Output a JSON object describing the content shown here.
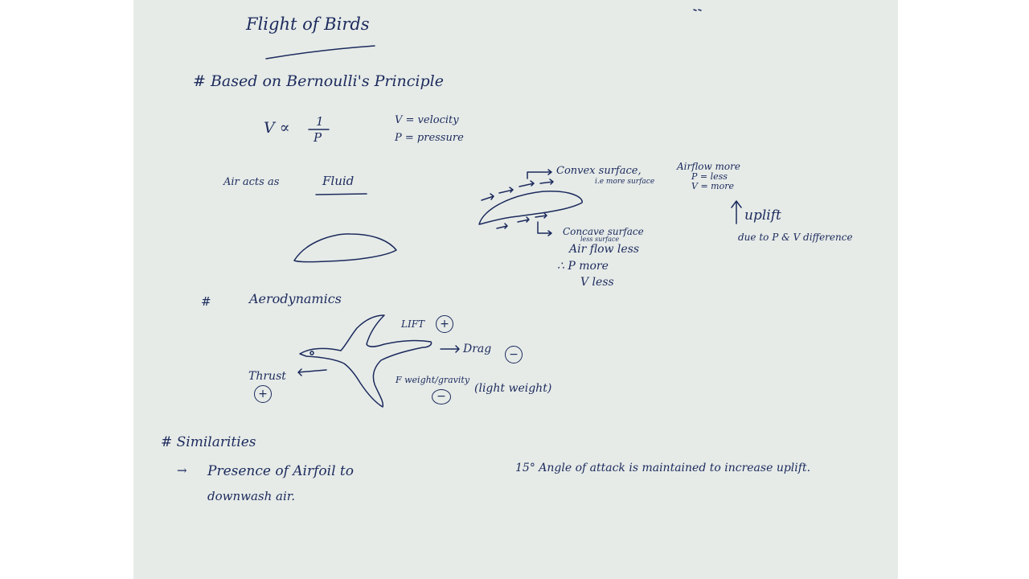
{
  "title": "Flight of Birds",
  "section1": {
    "heading": "# Based on Bernoulli's Principle",
    "formula_lhs": "V ∝",
    "formula_num": "1",
    "formula_den": "P",
    "def_v": "V = velocity",
    "def_p": "P = pressure",
    "air_prefix": "Air acts as",
    "air_word": "Fluid"
  },
  "airfoil": {
    "convex": "Convex surface,",
    "convex_sub": "i.e more surface",
    "airflow_more": "Airflow more",
    "p_less": "P = less",
    "v_more": "V = more",
    "concave": "Concave surface",
    "concave_sub": "less surface",
    "airflow_less": "Air flow less",
    "p_more": "∴  P more",
    "v_less": "V less",
    "uplift": "uplift",
    "uplift_reason": "due to P & V difference"
  },
  "section2": {
    "heading_mark": "#",
    "heading": "Aerodynamics",
    "lift": "LIFT",
    "lift_sign": "+",
    "drag": "Drag",
    "drag_sign": "−",
    "thrust": "Thrust",
    "thrust_sign": "+",
    "weight": "F weight/gravity",
    "weight_sign": "−",
    "light_weight": "(light weight)"
  },
  "section3": {
    "heading": "# Similarities",
    "bullet": "→",
    "point1_line1": "Presence of Airfoil to",
    "point1_line2": "downwash air.",
    "angle_note": "15° Angle of attack is maintained to increase uplift."
  }
}
